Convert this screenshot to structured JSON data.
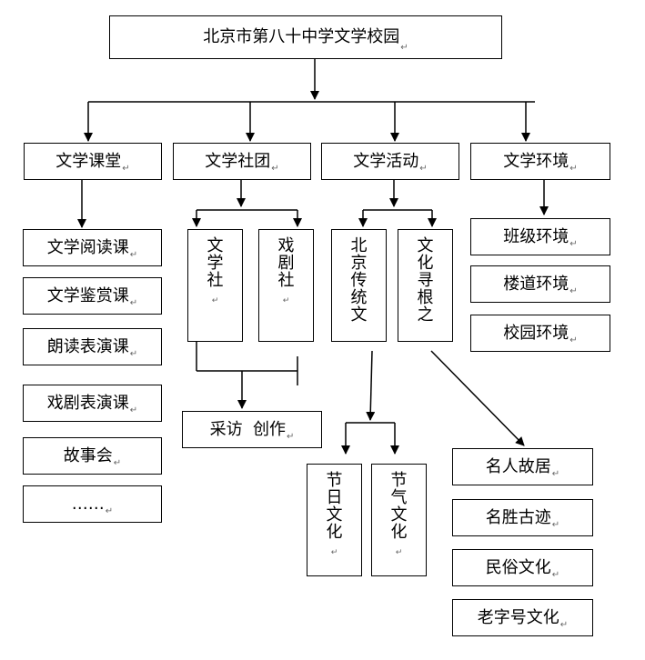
{
  "root": "北京市第八十中学文学校园",
  "branches": [
    {
      "label": "文学课堂",
      "children": [
        "文学阅读课",
        "文学鉴赏课",
        "朗读表演课",
        "戏剧表演课",
        "故事会",
        "……"
      ]
    },
    {
      "label": "文学社团",
      "children": [
        "文学社",
        "戏剧社"
      ],
      "result": "采访  创作"
    },
    {
      "label": "文学活动",
      "children": [
        "北京传统文",
        "文化寻根之"
      ],
      "sub_a": [
        "节日文化",
        "节气文化"
      ],
      "sub_b": [
        "名人故居",
        "名胜古迹",
        "民俗文化",
        "老字号文化"
      ]
    },
    {
      "label": "文学环境",
      "children": [
        "班级环境",
        "楼道环境",
        "校园环境"
      ]
    }
  ],
  "para_mark": "↵"
}
